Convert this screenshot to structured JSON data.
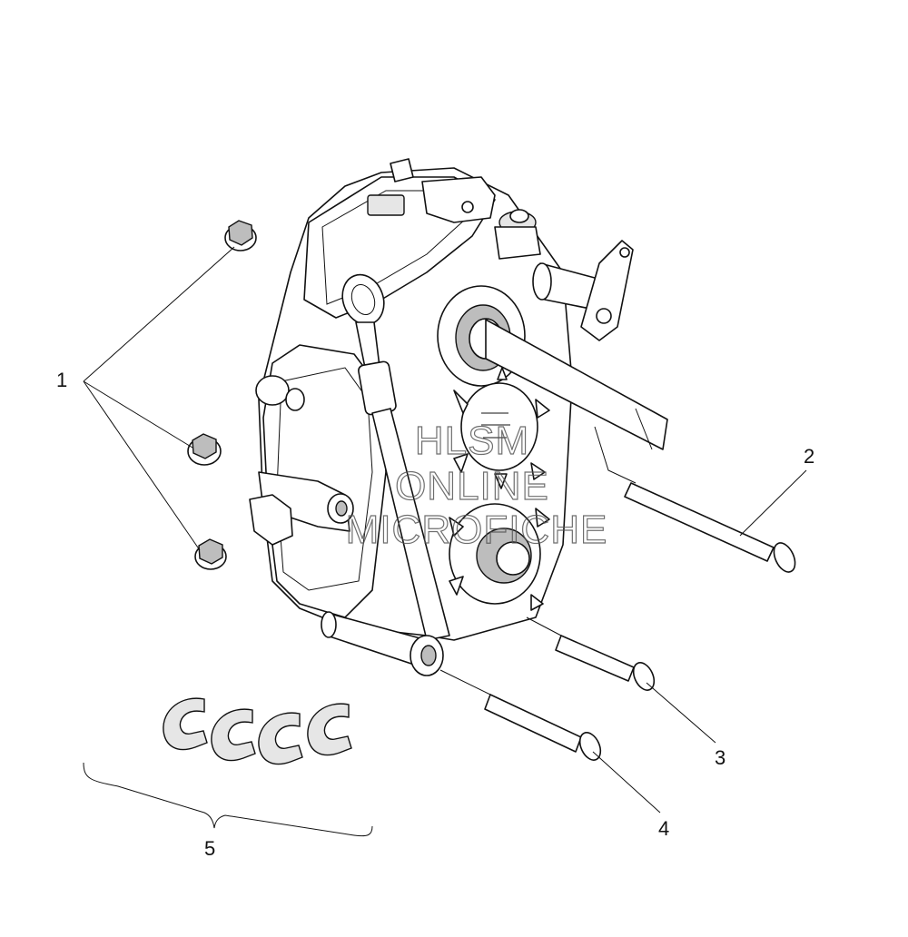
{
  "callouts": [
    {
      "id": "1",
      "label": "1"
    },
    {
      "id": "2",
      "label": "2"
    },
    {
      "id": "3",
      "label": "3"
    },
    {
      "id": "4",
      "label": "4"
    },
    {
      "id": "5",
      "label": "5"
    }
  ],
  "watermark": {
    "line1": "HLSM",
    "line2": "ONLINE",
    "line3": "MICROFICHE"
  },
  "colors": {
    "line": "#111111",
    "shade": "#bdbdbd",
    "background": "#ffffff"
  }
}
